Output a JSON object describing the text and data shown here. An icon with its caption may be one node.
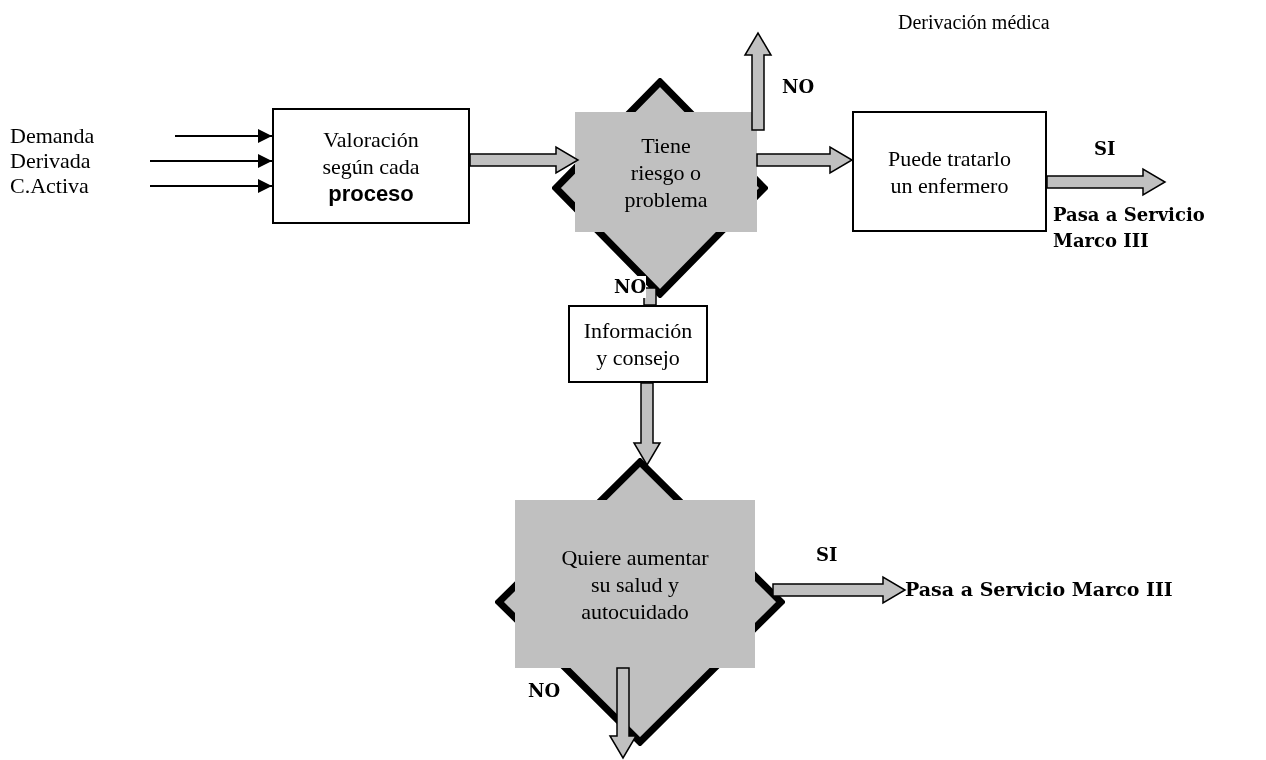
{
  "diagram": {
    "nodes": [
      {
        "text": [
          "Demanda"
        ]
      },
      {
        "text": [
          "Derivada"
        ]
      },
      {
        "text": [
          "C.Activa"
        ]
      },
      {
        "text": [
          "Valoración según cada **proceso**"
        ]
      },
      {
        "text": [
          "Tiene riesgo o problema"
        ]
      },
      {
        "text": [
          "Puede tratarlo un enfermero"
        ]
      },
      {
        "text": [
          "Información y consejo"
        ]
      },
      {
        "text": [
          "Quiere aumentar  su salud y autocuidado"
        ]
      },
      {
        "text": [
          "Pasa a Servicio Marco III"
        ]
      }
    ],
    "edges": [
      {
        "from": 0,
        "to": 3,
        "arrow": "to",
        "color": "#000000"
      },
      {
        "from": 1,
        "to": 3,
        "arrow": "to",
        "color": "#000000"
      },
      {
        "from": 2,
        "to": 3,
        "arrow": "to",
        "color": "#000000"
      },
      {
        "from": 3,
        "to": 4,
        "arrow": "to"
      },
      {
        "from": 4,
        "to": null,
        "arrow": "to"
      },
      {
        "from": 4,
        "to": 5,
        "arrow": "to"
      },
      {
        "from": 5,
        "to": null,
        "arrow": "to",
        "label": "SI"
      },
      {
        "from": 4,
        "to": 6,
        "arrow": "none",
        "label": "NO"
      },
      {
        "from": 6,
        "to": 7,
        "arrow": "to"
      },
      {
        "from": 7,
        "to": 8,
        "arrow": "to",
        "label": "SI"
      },
      {
        "from": 7,
        "to": null,
        "arrow": "to",
        "label": "NO"
      }
    ],
    "labels": [
      "Derivación médica",
      "NO",
      "Pasa a Servicio Marco III"
    ]
  }
}
